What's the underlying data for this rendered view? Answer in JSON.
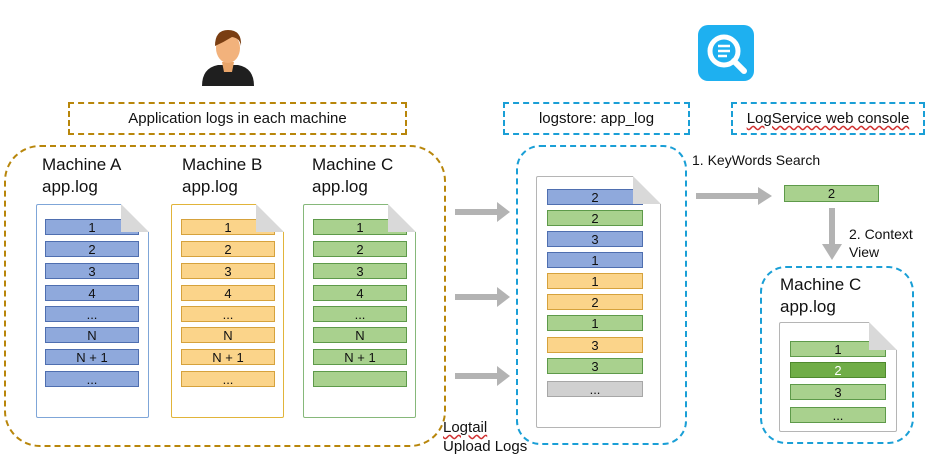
{
  "labels": {
    "app_logs": "Application logs in each machine",
    "logstore": "logstore: app_log",
    "console": "LogService web console",
    "logtail": "Logtail",
    "upload": "Upload Logs",
    "step1": "1. KeyWords Search",
    "step2_line1": "2. Context",
    "step2_line2": "View"
  },
  "machines": [
    {
      "name": "Machine A",
      "file": "app.log",
      "rows": [
        "1",
        "2",
        "3",
        "4",
        "...",
        "N",
        "N + 1",
        "..."
      ]
    },
    {
      "name": "Machine B",
      "file": "app.log",
      "rows": [
        "1",
        "2",
        "3",
        "4",
        "...",
        "N",
        "N + 1",
        "..."
      ]
    },
    {
      "name": "Machine C",
      "file": "app.log",
      "rows": [
        "1",
        "2",
        "3",
        "4",
        "...",
        "N",
        "N + 1",
        ""
      ]
    }
  ],
  "logstore_rows": [
    "2",
    "2",
    "3",
    "1",
    "1",
    "2",
    "1",
    "3",
    "3",
    "..."
  ],
  "search_result": "2",
  "context": {
    "name": "Machine C",
    "file": "app.log",
    "rows": [
      "1",
      "2",
      "3",
      "..."
    ]
  },
  "colors": {
    "blue": "#8fa9dc",
    "yellow": "#fbd48a",
    "green": "#a9d18e",
    "highlight": "#70ad47",
    "gold_border": "#b8860b",
    "blue_border": "#1a9fd6"
  }
}
